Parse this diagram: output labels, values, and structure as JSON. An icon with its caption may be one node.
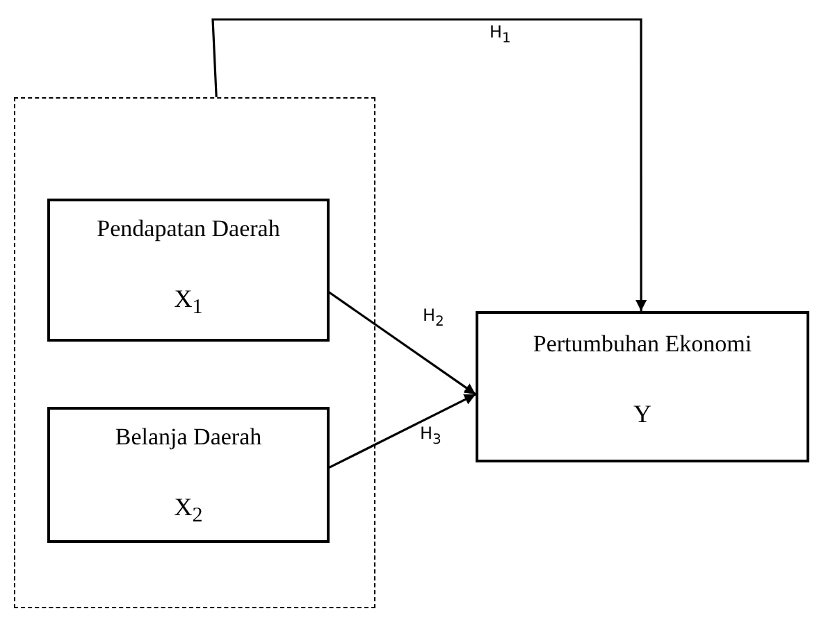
{
  "diagram": {
    "nodes": [
      {
        "text": [],
        "shape": "box"
      },
      {
        "text": [
          "Pendapatan Daerah",
          "X$_{1}$"
        ],
        "in": 0
      },
      {
        "text": [
          "Belanja Daerah",
          "X$_{2}$"
        ],
        "in": 0
      },
      {
        "text": [
          "Pertumbuhan Ekonomi",
          "Y"
        ]
      }
    ],
    "edges": [
      {
        "from": 0,
        "to": 3,
        "arrow": "to",
        "label": "H$_{1}$"
      },
      {
        "from": 1,
        "to": 3,
        "arrow": "to",
        "label": "H$_{2}$"
      },
      {
        "from": 2,
        "to": 3,
        "arrow": "to",
        "label": "H$_{3}$"
      }
    ]
  }
}
